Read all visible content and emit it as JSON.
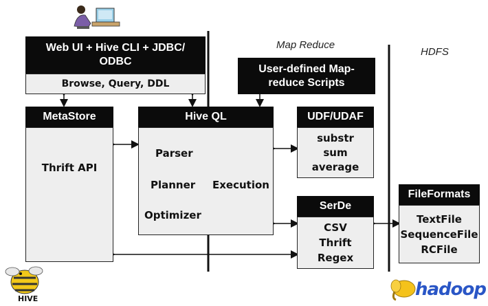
{
  "sections": {
    "map_reduce": "Map Reduce",
    "hdfs": "HDFS"
  },
  "interfaces": {
    "title": "Web UI + Hive CLI + JDBC/ ODBC",
    "subtitle": "Browse, Query, DDL"
  },
  "mr_scripts": {
    "title": "User-defined Map-reduce Scripts"
  },
  "metastore": {
    "title": "MetaStore",
    "body": "Thrift API"
  },
  "hiveql": {
    "title": "Hive QL",
    "parser": "Parser",
    "planner": "Planner",
    "execution": "Execution",
    "optimizer": "Optimizer"
  },
  "udf": {
    "title": "UDF/UDAF",
    "items": [
      "substr",
      "sum",
      "average"
    ]
  },
  "serde": {
    "title": "SerDe",
    "items": [
      "CSV",
      "Thrift",
      "Regex"
    ]
  },
  "fileformats": {
    "title": "FileFormats",
    "items": [
      "TextFile",
      "SequenceFile",
      "RCFile"
    ]
  },
  "logos": {
    "hive": "HIVE",
    "hadoop": "hadoop"
  }
}
